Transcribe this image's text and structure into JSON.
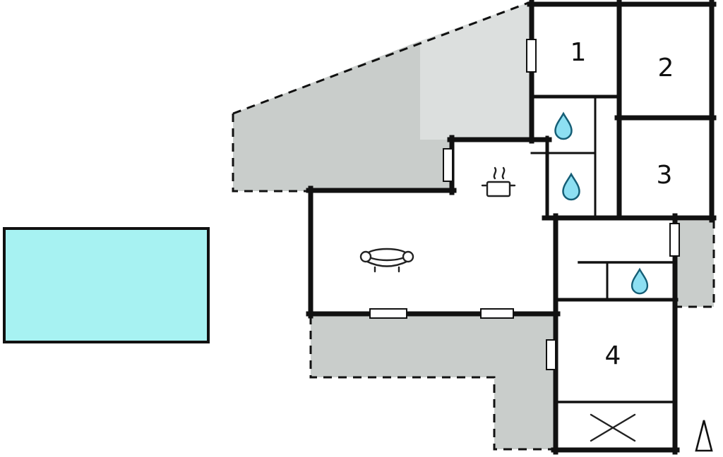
{
  "plan": {
    "type": "floor-plan",
    "rooms": [
      {
        "label": "1"
      },
      {
        "label": "2"
      },
      {
        "label": "3"
      },
      {
        "label": "4"
      }
    ],
    "icons": [
      {
        "name": "water-drop",
        "count": 3
      },
      {
        "name": "sofa",
        "count": 1
      },
      {
        "name": "steaming-pot",
        "count": 1
      },
      {
        "name": "north-arrow",
        "count": 1
      },
      {
        "name": "crossed-box",
        "count": 1
      },
      {
        "name": "pool",
        "count": 1
      }
    ]
  },
  "colors": {
    "background": "#ffffff",
    "wall": "#111111",
    "pool_fill": "#a7f2f2",
    "terrace_fill": "#c9cdcb",
    "terrace_light_fill": "#dcdfde",
    "drop_fill": "#8ddff2",
    "drop_stroke": "#155e76"
  }
}
